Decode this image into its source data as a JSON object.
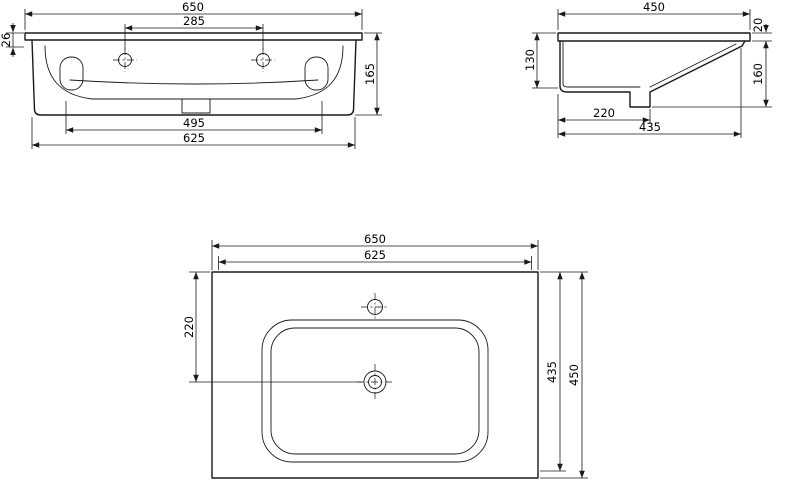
{
  "front_view": {
    "width_total": "650",
    "hole_spacing": "285",
    "rim_height": "26",
    "height_total": "165",
    "bowl_width": "495",
    "body_width": "625"
  },
  "side_view": {
    "depth_total": "450",
    "rim_thickness": "20",
    "back_height": "130",
    "height_below_rim": "160",
    "drain_offset": "220",
    "body_depth": "435"
  },
  "top_view": {
    "width_total": "650",
    "body_width": "625",
    "drain_offset": "220",
    "body_depth": "435",
    "depth_total": "450"
  }
}
